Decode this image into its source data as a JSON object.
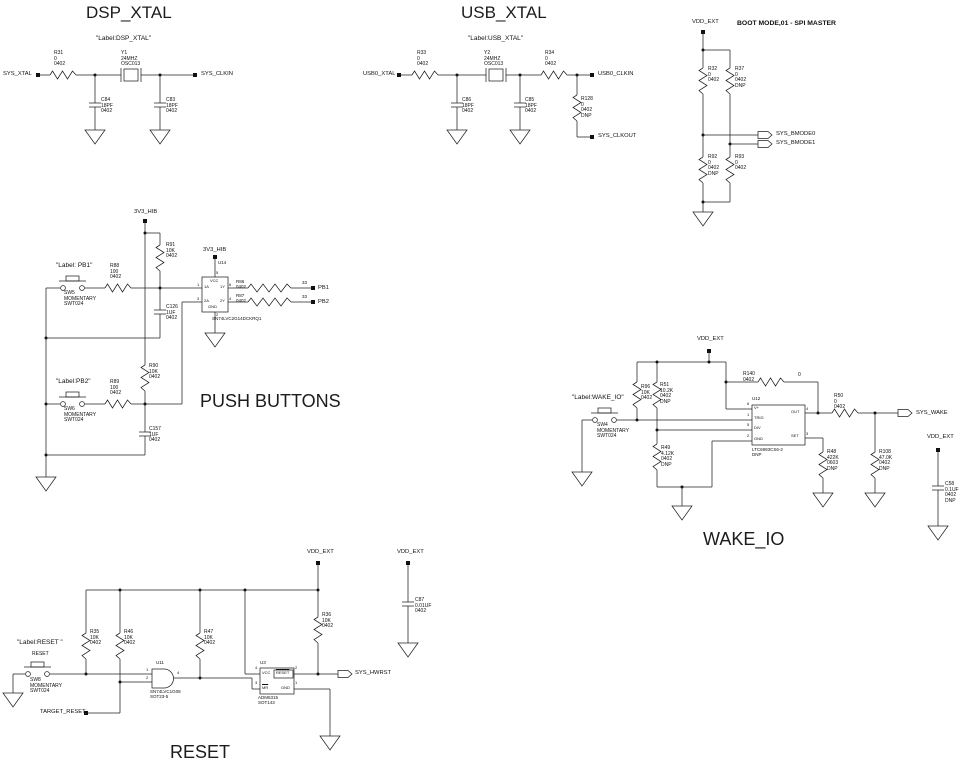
{
  "colors": {
    "wire": "#222222",
    "text": "#111111",
    "background": "#ffffff"
  },
  "dsp_xtal": {
    "title": "DSP_XTAL",
    "schematic_label": "\"Label:DSP_XTAL\"",
    "net_in": "SYS_XTAL",
    "net_out": "SYS_CLKIN",
    "r31": "R31\n0\n0402",
    "y1": "Y1\n24MHZ\nOSC013",
    "c84": "C84\n18PF\n0402",
    "c83": "C83\n18PF\n0402"
  },
  "usb_xtal": {
    "title": "USB_XTAL",
    "schematic_label": "\"Label:USB_XTAL\"",
    "net_in": "USB0_XTAL",
    "net_out": "USB0_CLKIN",
    "net_clkout": "SYS_CLKOUT",
    "r33": "R33\n0\n0402",
    "y2": "Y2\n24MHZ\nOSC013",
    "c86": "C86\n18PF\n0402",
    "c85": "C85\n18PF\n0402",
    "r34": "R34\n0\n0402",
    "r128": "R128\n0\n0402\nDNP"
  },
  "boot_mode": {
    "title": "BOOT MODE,01 - SPI MASTER",
    "power": "VDD_EXT",
    "net_bmode0": "SYS_BMODE0",
    "net_bmode1": "SYS_BMODE1",
    "r32": "R32\n0\n0402",
    "r37": "R37\n0\n0402\nDNP",
    "r92": "R92\n0\n0402\nDNP",
    "r93": "R93\n0\n0402"
  },
  "push_buttons": {
    "title": "PUSH BUTTONS",
    "power_rail": "3V3_HIB",
    "power_ic": "3V3_HIB",
    "label_pb1": "\"Label: PB1\"",
    "label_pb2": "\"Label:PB2\"",
    "sw5": "SW5\nMOMENTARY\nSWT024",
    "sw6": "SW6\nMOMENTARY\nSWT024",
    "r91": "R91\n10K\n0402",
    "r90": "R90\n10K\n0402",
    "r88": "R88\n100\n0402",
    "r89": "R89\n100\n0402",
    "c126": "C126\n1UF\n0402",
    "c157": "C157\n1UF\n0402",
    "r86": "R86\n0402",
    "r86_value": "33",
    "r87": "R87\n0402",
    "r87_value": "33",
    "net_pb1": "PB1",
    "net_pb2": "PB2",
    "u14": {
      "ref": "U14",
      "part": "SN74LVC2G14DCKRQ1",
      "pin_vcc": "VCC",
      "pin_gnd": "GND",
      "pin_1a": "1A",
      "pin_2a": "2A",
      "pin_1y": "1Y",
      "pin_2y": "2Y",
      "num_vcc": "5",
      "num_gnd": "2",
      "num_1a": "1",
      "num_2a": "3",
      "num_1y": "6",
      "num_2y": "4"
    }
  },
  "wake_io": {
    "title": "WAKE_IO",
    "power_top": "VDD_EXT",
    "power_right": "VDD_EXT",
    "schematic_label": "\"Label:WAKE_IO\"",
    "sw4": "SW4\nMOMENTARY\nSWT024",
    "r96": "R96\n10K\n0402",
    "r51": "R51\n10.2K\n0402\nDNP",
    "r140": "R140\n0402",
    "r140_value": "0",
    "r49": "R49\n4.12K\n0402\nDNP",
    "r48": "R48\n422K\n0603\nDNP",
    "r50": "R50\n0\n0402",
    "r108": "R108\n47.0K\n0402\nDNP",
    "c58": "C58\n0.1UF\n0402\nDNP",
    "net_wake": "SYS_WAKE",
    "u12": {
      "ref": "U12",
      "part": "LTC6993CS6-2\nDNP",
      "pin_vplus": "V+",
      "pin_trig": "TRIG",
      "pin_div": "DIV",
      "pin_gnd": "GND",
      "pin_out": "OUT",
      "pin_set": "SET",
      "num_vplus": "6",
      "num_trig": "1",
      "num_div": "5",
      "num_gnd": "2",
      "num_out": "4",
      "num_set": "3"
    }
  },
  "reset": {
    "title": "RESET",
    "power_top": "VDD_EXT",
    "power_cap": "VDD_EXT",
    "schematic_label": "\"Label:RESET \"",
    "switch_caption": "RESET",
    "sw8": "SW8\nMOMENTARY\nSWT024",
    "r35": "R35\n10K\n0402",
    "r46": "R46\n10K\n0402",
    "r47": "R47\n10K\n0402",
    "r36": "R36\n10K\n0402",
    "c87": "C87\n0.01UF\n0402",
    "net_target_reset": "TARGET_RESET",
    "net_out": "SYS_HWRST",
    "u11": {
      "ref": "U11",
      "part": "SN74LVC1G08\nSOT23-5",
      "num_in1": "1",
      "num_in2": "2",
      "num_out": "4"
    },
    "u3": {
      "ref": "U3",
      "part": "ADM6315\nSOT143",
      "pin_vcc": "VCC",
      "pin_mr": "MR",
      "pin_reset": "RESET",
      "pin_gnd": "GND",
      "num_vcc": "4",
      "num_mr": "3",
      "num_reset": "2",
      "num_gnd": "1"
    }
  }
}
